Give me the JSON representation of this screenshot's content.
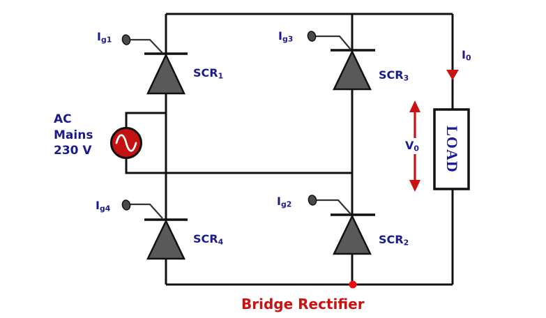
{
  "diagram": {
    "title": "Bridge Rectifier",
    "ac_source": {
      "label": "AC\nMains\n230 V"
    },
    "load": {
      "label": "LOAD"
    },
    "thyristors": {
      "scr1": {
        "name": "SCR",
        "sub": "1"
      },
      "scr2": {
        "name": "SCR",
        "sub": "2"
      },
      "scr3": {
        "name": "SCR",
        "sub": "3"
      },
      "scr4": {
        "name": "SCR",
        "sub": "4"
      }
    },
    "gate_currents": {
      "ig1": {
        "name": "I",
        "sub": "g1"
      },
      "ig2": {
        "name": "I",
        "sub": "g2"
      },
      "ig3": {
        "name": "I",
        "sub": "g3"
      },
      "ig4": {
        "name": "I",
        "sub": "g4"
      }
    },
    "output": {
      "current": {
        "name": "I",
        "sub": "0"
      },
      "voltage": {
        "name": "V",
        "sub": "0"
      }
    },
    "colors": {
      "label_navy": "#1b1b8f",
      "accent_red": "#cc1111",
      "junction_red": "#e81111",
      "component_gray": "#595959",
      "wire_black": "#111111"
    }
  }
}
